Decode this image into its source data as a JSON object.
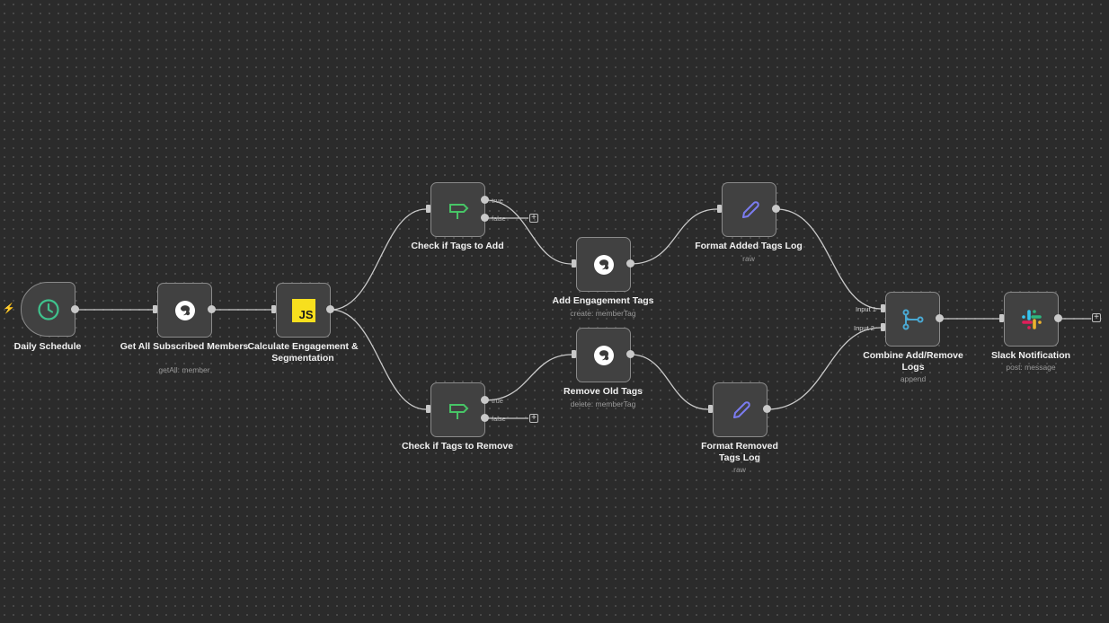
{
  "nodes": {
    "daily_schedule": {
      "title": "Daily Schedule",
      "icon": "clock-icon"
    },
    "get_members": {
      "title": "Get All Subscribed Members",
      "subtitle": "getAll: member",
      "icon": "mailchimp-icon"
    },
    "calculate": {
      "title": "Calculate Engagement & Segmentation",
      "icon": "javascript-icon",
      "icon_text": "JS"
    },
    "check_add": {
      "title": "Check if Tags to Add",
      "icon": "if-icon",
      "true_label": "true",
      "false_label": "false"
    },
    "check_remove": {
      "title": "Check if Tags to Remove",
      "icon": "if-icon",
      "true_label": "true",
      "false_label": "false"
    },
    "add_tags": {
      "title": "Add Engagement Tags",
      "subtitle": "create: memberTag",
      "icon": "mailchimp-icon"
    },
    "remove_tags": {
      "title": "Remove Old Tags",
      "subtitle": "delete: memberTag",
      "icon": "mailchimp-icon"
    },
    "format_added": {
      "title": "Format Added Tags Log",
      "subtitle": "raw",
      "icon": "pencil-icon"
    },
    "format_removed": {
      "title": "Format Removed Tags Log",
      "subtitle": "raw",
      "icon": "pencil-icon"
    },
    "combine": {
      "title": "Combine Add/Remove Logs",
      "subtitle": "append",
      "icon": "merge-icon",
      "input1": "Input 1",
      "input2": "Input 2"
    },
    "slack": {
      "title": "Slack Notification",
      "subtitle": "post: message",
      "icon": "slack-icon"
    }
  },
  "colors": {
    "canvas": "#2b2b2b",
    "node_bg": "#414141",
    "node_border": "#8a8a8a",
    "edge": "#c9c9c9",
    "trigger_accent": "#ff6d5a",
    "clock": "#3fc28d",
    "if_icon": "#47c566",
    "js_badge": "#f7df1e",
    "pencil": "#7b7cf0",
    "merge": "#4aa9d3"
  }
}
